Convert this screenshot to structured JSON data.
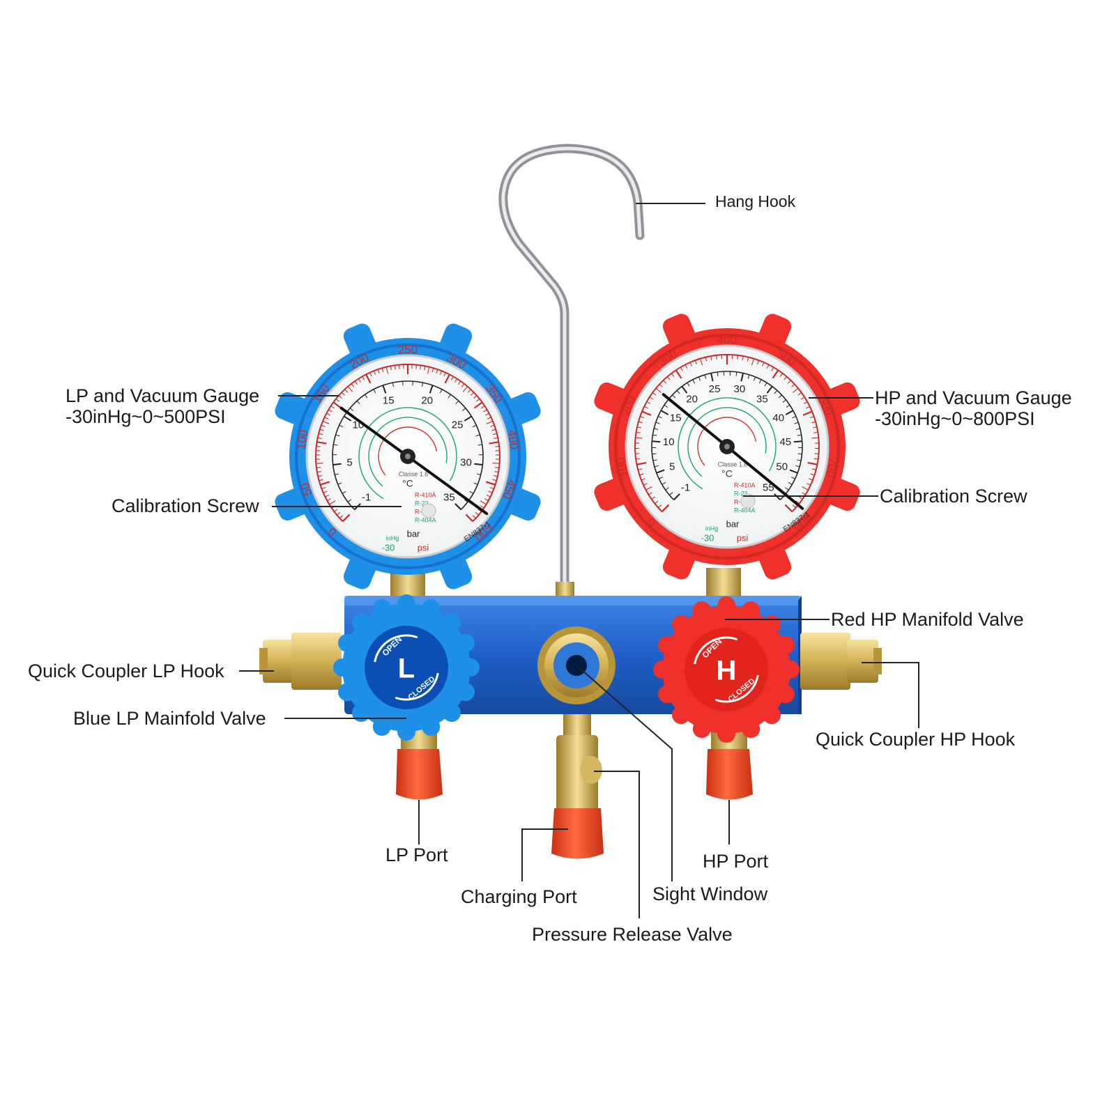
{
  "labels": {
    "hang_hook": "Hang Hook",
    "lp_gauge_line1": "LP and Vacuum Gauge",
    "lp_gauge_line2": "-30inHg~0~500PSI",
    "hp_gauge_line1": "HP and Vacuum Gauge",
    "hp_gauge_line2": "-30inHg~0~800PSI",
    "lp_calibration": "Calibration Screw",
    "hp_calibration": "Calibration Screw",
    "red_hp_valve": "Red HP Manifold Valve",
    "quick_coupler_lp": "Quick Coupler LP Hook",
    "blue_lp_valve": "Blue LP Mainfold Valve",
    "quick_coupler_hp": "Quick Coupler HP Hook",
    "lp_port": "LP Port",
    "charging_port": "Charging Port",
    "hp_port": "HP Port",
    "sight_window": "Sight Window",
    "pressure_release": "Pressure Release Valve"
  },
  "lp_gauge": {
    "psi_ticks": [
      "0",
      "50",
      "100",
      "150",
      "200",
      "250",
      "300",
      "350",
      "400",
      "450",
      "500"
    ],
    "bar_ticks": [
      "-1",
      "5",
      "10",
      "15",
      "20",
      "25",
      "30",
      "35"
    ],
    "unit_psi": "psi",
    "unit_bar": "bar",
    "unit_inhg": "inHg",
    "vac_value": "-30",
    "unit_temp": "°C",
    "refrigerants": [
      "R-410A",
      "R-22",
      "R-134a",
      "R-404A"
    ],
    "class_text": "Classe 1.6",
    "standard": "EN837-1",
    "needle_value_psi": 150
  },
  "hp_gauge": {
    "psi_ticks": [
      "0",
      "100",
      "200",
      "300",
      "400",
      "500",
      "600",
      "700",
      "800"
    ],
    "bar_ticks": [
      "-1",
      "5",
      "10",
      "15",
      "20",
      "25",
      "30",
      "35",
      "40",
      "45",
      "50",
      "55"
    ],
    "unit_psi": "psi",
    "unit_bar": "bar",
    "unit_inhg": "inHg",
    "vac_value": "-30",
    "unit_temp": "°C",
    "refrigerants": [
      "R-410A",
      "R-22",
      "R-134a",
      "R-404A"
    ],
    "class_text": "Classe 1.6",
    "standard": "EN837-1",
    "needle_value_psi": 250
  },
  "lp_knob": {
    "letter": "L",
    "open": "OPEN",
    "closed": "CLOSED"
  },
  "hp_knob": {
    "letter": "H",
    "open": "OPEN",
    "closed": "CLOSED"
  },
  "colors": {
    "blue": "#1e90e8",
    "blue_dark": "#0b4fb5",
    "red": "#f0302a",
    "manifold": "#1f5fc8",
    "brass": "#c9a548",
    "cap_red": "#f04a25"
  }
}
